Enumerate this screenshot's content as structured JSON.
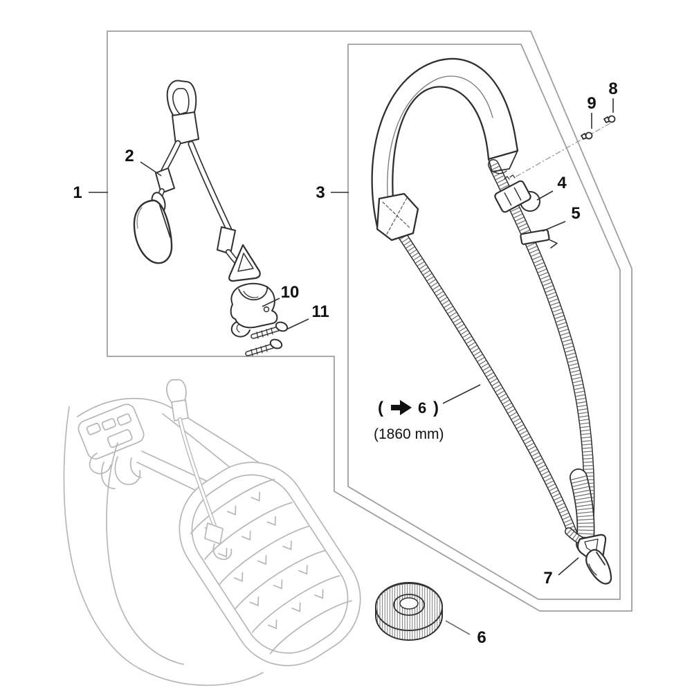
{
  "diagram_title": "strap and carrying loop exploded parts diagram",
  "colors": {
    "background": "#ffffff",
    "ink": "#2f2f2f",
    "panel_border": "#9e9e9e",
    "machine_sketch": "#b6b6b6",
    "label": "#111111",
    "hatch": "#6e6e6e"
  },
  "parts": {
    "p1": "1",
    "p2": "2",
    "p3": "3",
    "p4": "4",
    "p5": "5",
    "p6": "6",
    "p7": "7",
    "p8": "8",
    "p9": "9",
    "p10": "10",
    "p11": "11"
  },
  "note": {
    "open": "(",
    "close": ")",
    "length": "(1860 mm)"
  },
  "icons": {
    "arrow-right-icon": "solid right-pointing block arrow"
  }
}
